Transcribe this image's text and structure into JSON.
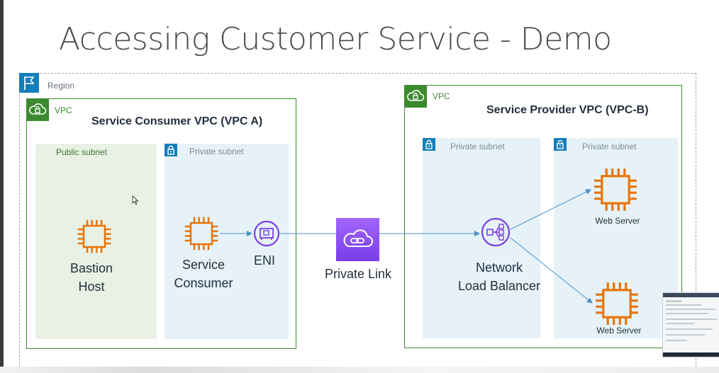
{
  "title": "Accessing Customer Service - Demo",
  "colors": {
    "region_flag": "#147eba",
    "vpc_green": "#3b8a2e",
    "public_subnet_bg": "#e9f1e4",
    "private_subnet_bg": "#e6f2f8",
    "ec2_orange": "#e8750b",
    "privatelink_purple": "#8c4fff",
    "arrow_blue": "#4a90c8"
  },
  "region": {
    "label": "Region",
    "icon": "flag-icon"
  },
  "vpc_a": {
    "badge_label": "VPC",
    "title": "Service Consumer VPC (VPC A)",
    "icon": "cloud-lock-icon",
    "public_subnet": {
      "label": "Public subnet",
      "component": {
        "label_line1": "Bastion",
        "label_line2": "Host",
        "icon": "ec2-instance-icon"
      }
    },
    "private_subnet": {
      "label": "Private subnet",
      "icon": "lock-icon",
      "consumer": {
        "label_line1": "Service",
        "label_line2": "Consumer",
        "icon": "ec2-instance-icon"
      },
      "eni": {
        "label": "ENI",
        "icon": "network-interface-icon"
      }
    }
  },
  "private_link": {
    "label": "Private Link",
    "icon": "privatelink-cloud-icon"
  },
  "vpc_b": {
    "badge_label": "VPC",
    "title": "Service Provider VPC (VPC-B)",
    "icon": "cloud-lock-icon",
    "private_subnet_1": {
      "label": "Private subnet",
      "icon": "lock-icon",
      "nlb": {
        "label_line1": "Network",
        "label_line2": "Load Balancer",
        "icon": "network-load-balancer-icon"
      }
    },
    "private_subnet_2": {
      "label": "Private subnet",
      "icon": "lock-icon",
      "servers": [
        {
          "label": "Web Server",
          "icon": "ec2-instance-icon"
        },
        {
          "label": "Web Server",
          "icon": "ec2-instance-icon"
        }
      ]
    }
  }
}
